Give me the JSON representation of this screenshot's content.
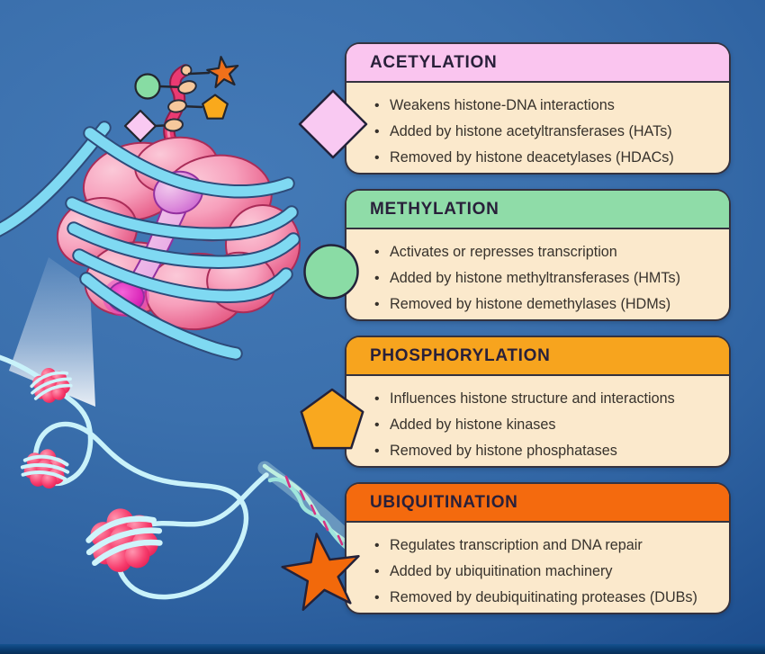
{
  "cards": [
    {
      "id": "acetylation",
      "title": "ACETYLATION",
      "header_color": "#FAC5EF",
      "body_color": "#FBE9CC",
      "shape": "diamond",
      "shape_color": "#F9C9F2",
      "bullets": [
        "Weakens histone-DNA interactions",
        "Added by histone acetyltransferases (HATs)",
        "Removed by histone deacetylases (HDACs)"
      ]
    },
    {
      "id": "methylation",
      "title": "METHYLATION",
      "header_color": "#8FDCA8",
      "body_color": "#FBE9CC",
      "shape": "circle",
      "shape_color": "#8ADCA5",
      "bullets": [
        "Activates or represses transcription",
        "Added by histone methyltransferases (HMTs)",
        "Removed by histone demethylases (HDMs)"
      ]
    },
    {
      "id": "phosphorylation",
      "title": "PHOSPHORYLATION",
      "header_color": "#F7A41E",
      "body_color": "#FBE9CC",
      "shape": "pentagon",
      "shape_color": "#F9A81F",
      "bullets": [
        "Influences histone structure and interactions",
        "Added by histone kinases",
        "Removed by histone phosphatases"
      ]
    },
    {
      "id": "ubiquitination",
      "title": "UBIQUITINATION",
      "header_color": "#F46A0E",
      "body_color": "#FBE9CC",
      "shape": "star",
      "shape_color": "#F2690B",
      "bullets": [
        "Regulates transcription and DNA repair",
        "Added by ubiquitination machinery",
        "Removed by deubiquitinating proteases (DUBs)"
      ]
    }
  ],
  "illustration": {
    "label": "nucleosome-with-histone-tail-modifications",
    "markers": [
      {
        "shape": "star",
        "color": "#F0701A"
      },
      {
        "shape": "circle",
        "color": "#87DCA3"
      },
      {
        "shape": "pentagon",
        "color": "#F9A91C"
      },
      {
        "shape": "diamond",
        "color": "#F9C9F2"
      }
    ],
    "colors": {
      "dna_wrap": "#7FD9F2",
      "dna_strand": "#C9F2FA",
      "histone_lobe": "#EE6089",
      "nucleosome_axis": "#D05FD4",
      "histone_tail": "#EA3A72",
      "background_blue": "#3B70AD"
    }
  },
  "text_colors": {
    "header": "#29203A",
    "body": "#37322C"
  }
}
